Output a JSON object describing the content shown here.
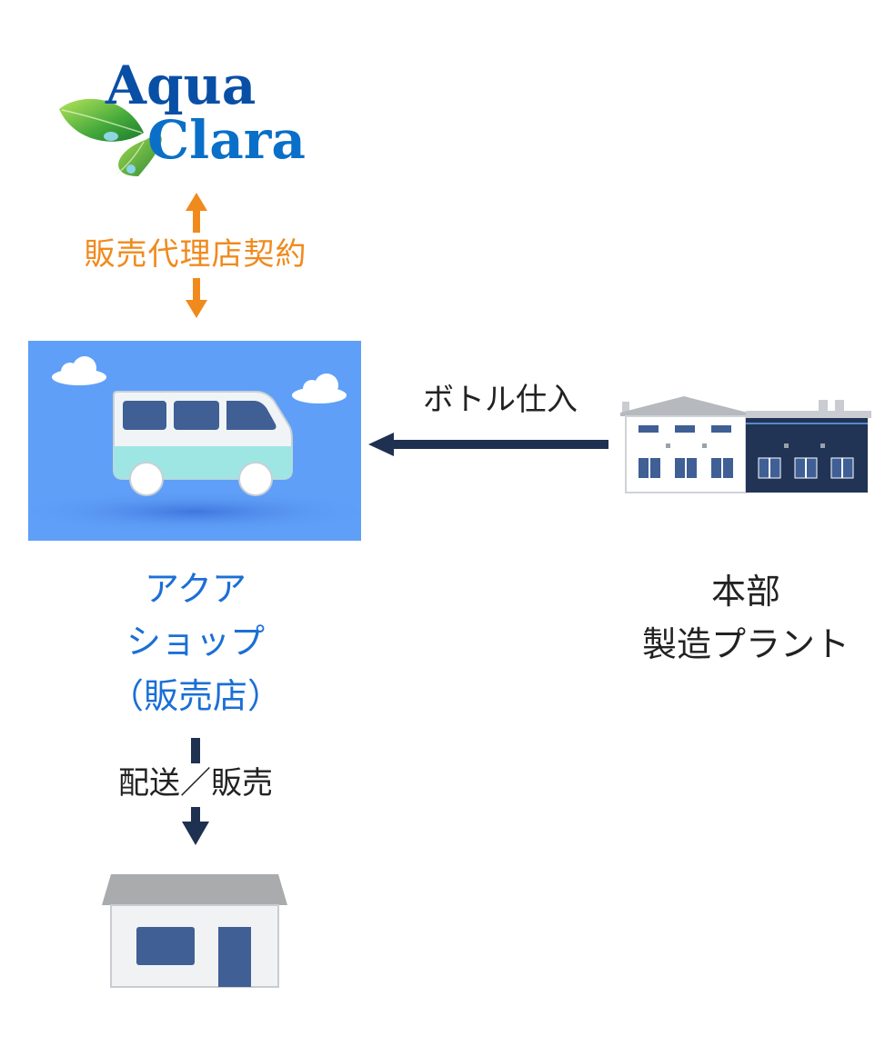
{
  "logo": {
    "line1": "Aqua",
    "line2": "Clara"
  },
  "contract": {
    "label": "販売代理店契約",
    "color": "#f08a1d"
  },
  "shop": {
    "name_line1": "アクア",
    "name_line2": "ショップ",
    "name_line3": "（販売店）",
    "color": "#1b6fd6"
  },
  "purchase": {
    "label": "ボトル仕入"
  },
  "hq": {
    "line1": "本部",
    "line2": "製造プラント"
  },
  "delivery": {
    "label": "配送／販売"
  },
  "icons": {
    "logo": "leaf-logo-icon",
    "van": "van-icon",
    "factory": "factory-icon",
    "house": "house-icon"
  },
  "colors": {
    "navy": "#1f3150",
    "sky": "#5f9ff8",
    "orange": "#f08a1d",
    "brand_blue": "#0a4fa6"
  }
}
